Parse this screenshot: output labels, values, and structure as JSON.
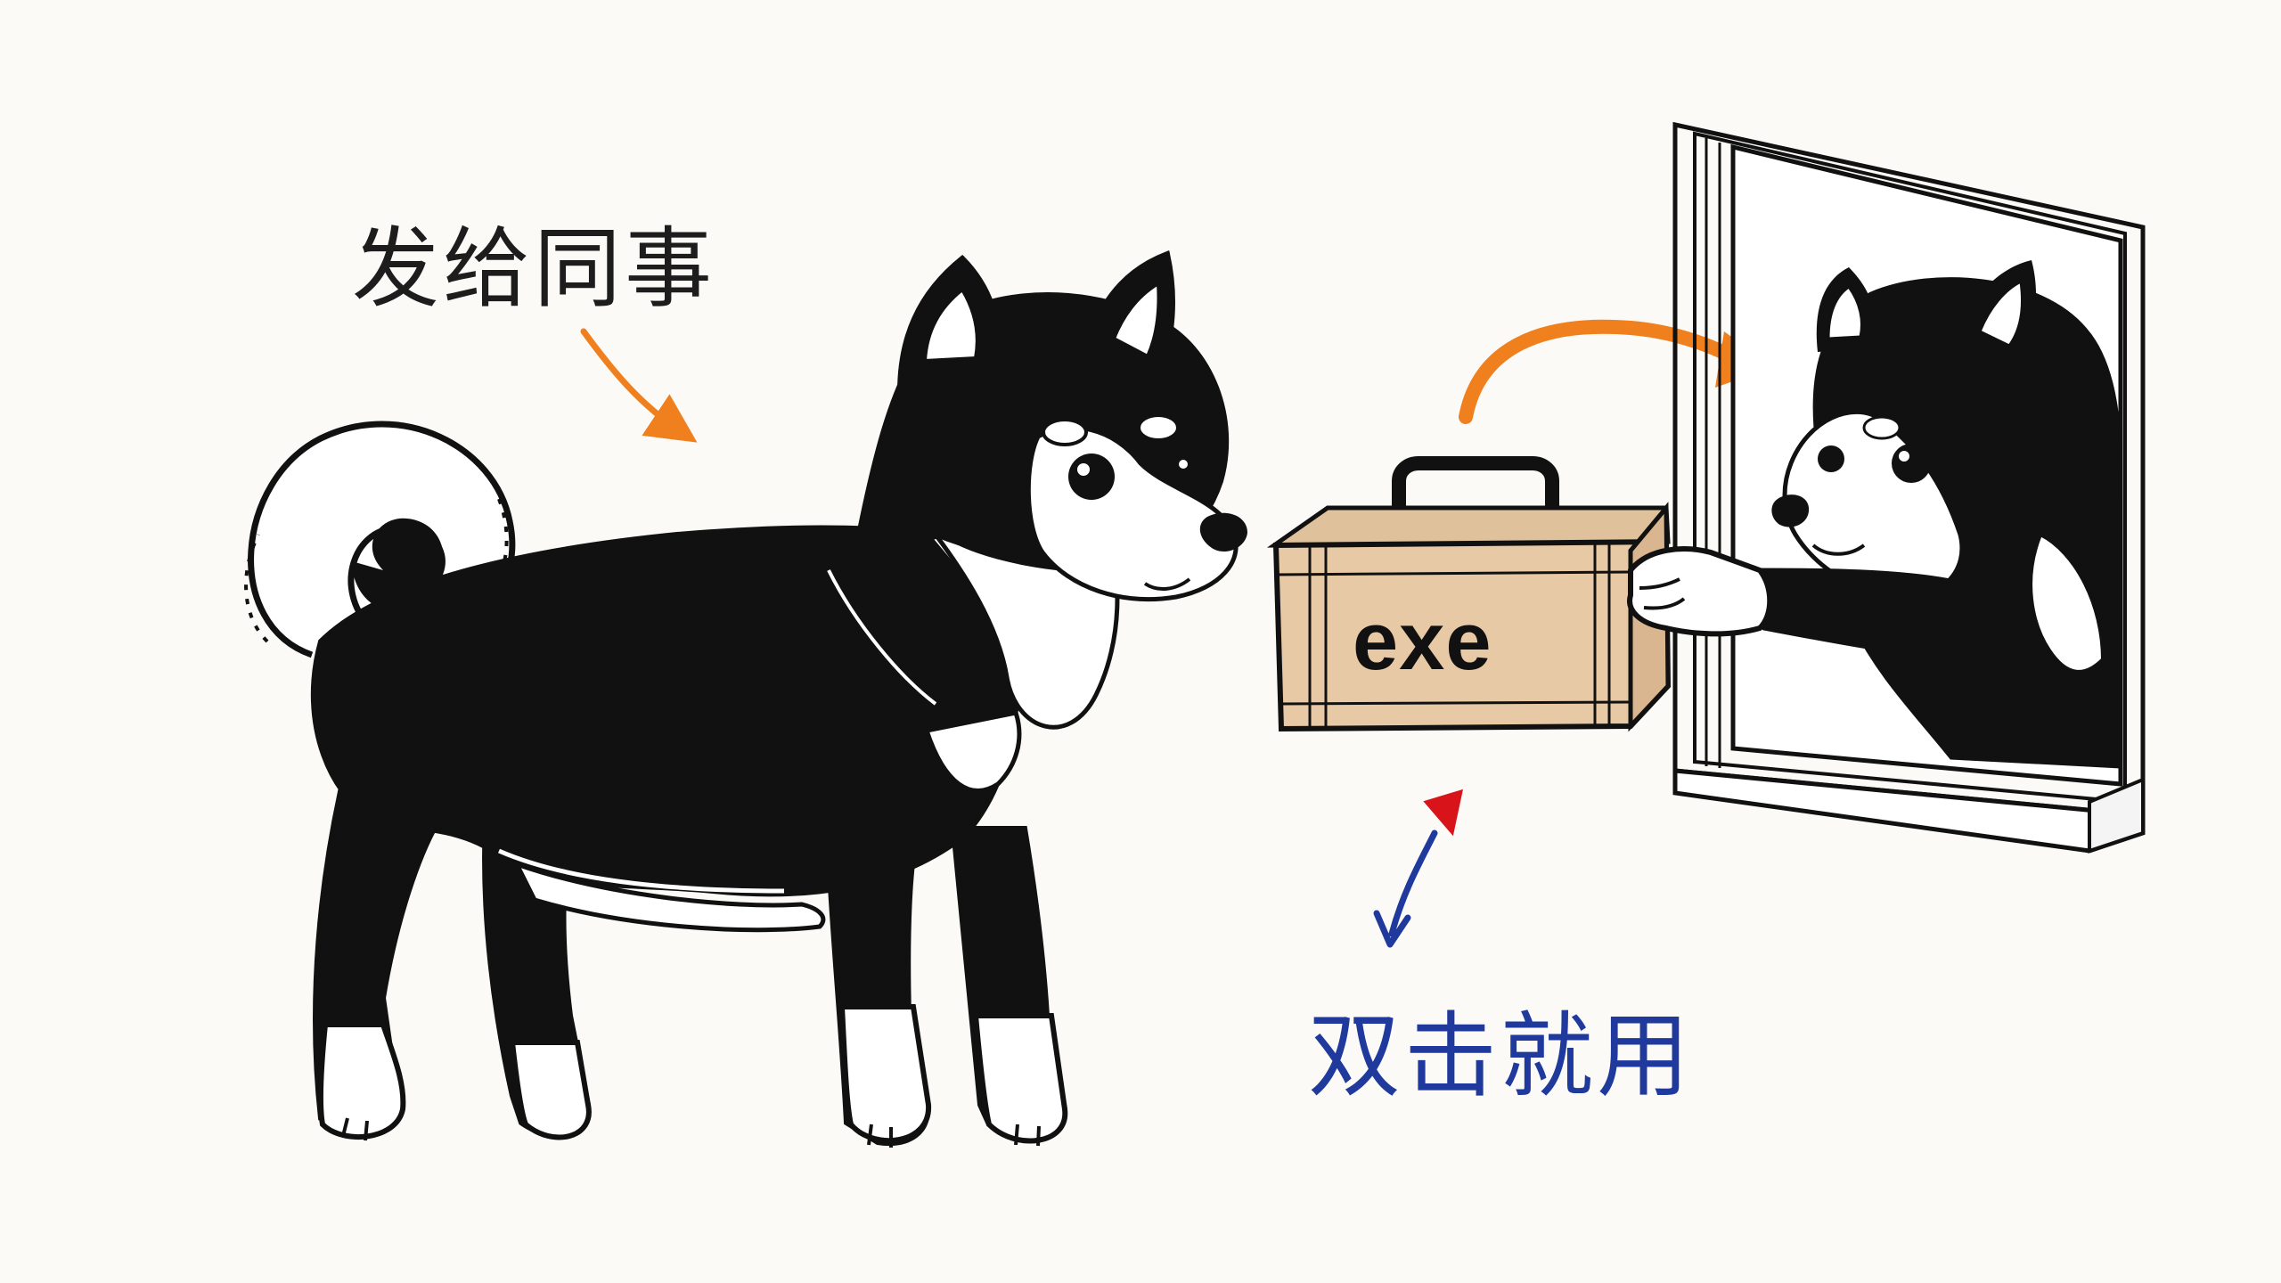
{
  "captions": {
    "send_to_colleague": "发给同事",
    "double_click_to_use": "双击就用"
  },
  "briefcase": {
    "label": "exe"
  },
  "colors": {
    "background": "#fbfaf7",
    "ink": "#111111",
    "briefcase_fill": "#e8c9a6",
    "arrow_orange": "#f07f1e",
    "arrow_red": "#d8141a",
    "arrow_blue": "#1f3a9c"
  },
  "icons": {
    "send_arrow": "curved-arrow-icon",
    "pointer_arrow": "arrow-icon",
    "double_click_arrow": "double-arrow-icon"
  }
}
